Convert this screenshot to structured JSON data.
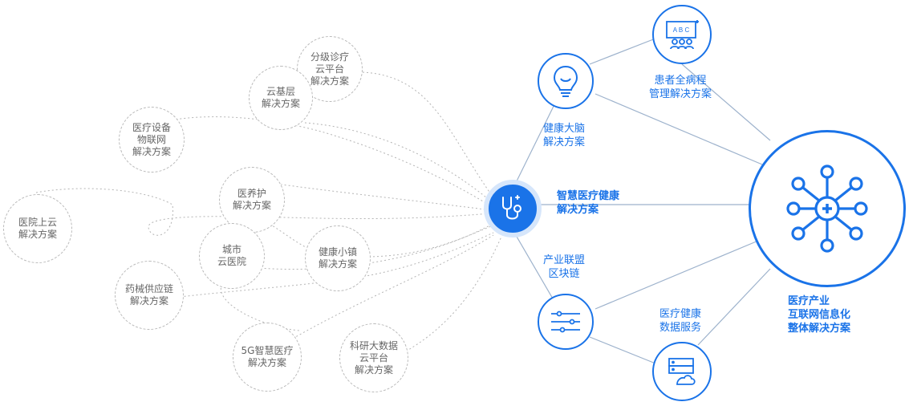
{
  "gray_nodes": [
    {
      "id": "fenji",
      "text": "分级诊疗\n云平台\n解决方案"
    },
    {
      "id": "yunjiceng",
      "text": "云基层\n解决方案"
    },
    {
      "id": "shebei",
      "text": "医疗设备\n物联网\n解决方案"
    },
    {
      "id": "yiyanghu",
      "text": "医养护\n解决方案"
    },
    {
      "id": "yiyuanshangyun",
      "text": "医院上云\n解决方案"
    },
    {
      "id": "chengshi",
      "text": "城市\n云医院"
    },
    {
      "id": "jiankangxiaozhen",
      "text": "健康小镇\n解决方案"
    },
    {
      "id": "yaoxie",
      "text": "药械供应链\n解决方案"
    },
    {
      "id": "5g",
      "text": "5G智慧医疗\n解决方案"
    },
    {
      "id": "keyan",
      "text": "科研大数据\n云平台\n解决方案"
    }
  ],
  "hub": {
    "label": "智慧医疗健康\n解决方案",
    "icon": "stethoscope-icon"
  },
  "blue_nodes": [
    {
      "id": "brain",
      "label": "健康大脑\n解决方案",
      "icon": "lightbulb-icon"
    },
    {
      "id": "patient",
      "label": "患者全病程\n管理解决方案",
      "icon": "presentation-board-icon",
      "icon_text": "A B C"
    },
    {
      "id": "chain",
      "label": "产业联盟\n区块链",
      "icon": "sliders-icon"
    },
    {
      "id": "data",
      "label": "医疗健康\n数据服务",
      "icon": "cloud-server-icon"
    }
  ],
  "main": {
    "label": "医疗产业\n互联网信息化\n整体解决方案",
    "icon": "network-plus-icon"
  },
  "colors": {
    "accent": "#1a73e8",
    "gray_text": "#666666",
    "dashed": "#b9b9b9"
  }
}
